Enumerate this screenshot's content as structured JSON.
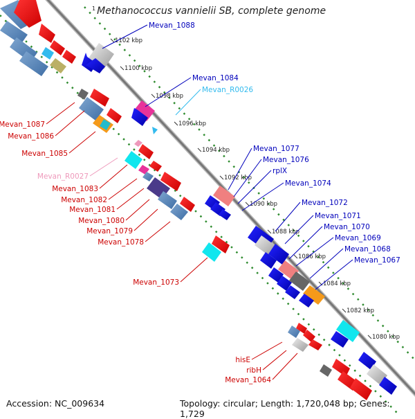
{
  "title": {
    "start": "1",
    "organism": "Methanococcus vannielii SB, complete genome"
  },
  "footer": {
    "accession": "Accession: NC_009634",
    "summary": "Topology: circular; Length: 1,720,048 bp; Genes: 1,729"
  },
  "colors": {
    "backbone": "#888888",
    "tick_dots": "#2e8b2e",
    "label_forward": "#cc0000",
    "label_reverse": "#0000bb",
    "label_rna": "#33bbee",
    "label_pseudo": "#ee99bb"
  },
  "ticks": [
    {
      "label": "1102 kbp"
    },
    {
      "label": "1100 kbp"
    },
    {
      "label": "1098 kbp"
    },
    {
      "label": "1096 kbp"
    },
    {
      "label": "1094 kbp"
    },
    {
      "label": "1092 kbp"
    },
    {
      "label": "1090 kbp"
    },
    {
      "label": "1088 kbp"
    },
    {
      "label": "1086 kbp"
    },
    {
      "label": "1084 kbp"
    },
    {
      "label": "1082 kbp"
    },
    {
      "label": "1080 kbp"
    }
  ],
  "labels_right": [
    {
      "text": "Mevan_1088"
    },
    {
      "text": "Mevan_1084"
    },
    {
      "text": "Mevan_R0026"
    },
    {
      "text": "Mevan_1077"
    },
    {
      "text": "Mevan_1076"
    },
    {
      "text": "rplX"
    },
    {
      "text": "Mevan_1074"
    },
    {
      "text": "Mevan_1072"
    },
    {
      "text": "Mevan_1071"
    },
    {
      "text": "Mevan_1070"
    },
    {
      "text": "Mevan_1069"
    },
    {
      "text": "Mevan_1068"
    },
    {
      "text": "Mevan_1067"
    }
  ],
  "labels_left": [
    {
      "text": "Mevan_1087"
    },
    {
      "text": "Mevan_1086"
    },
    {
      "text": "Mevan_1085"
    },
    {
      "text": "Mevan_R0027"
    },
    {
      "text": "Mevan_1083"
    },
    {
      "text": "Mevan_1082"
    },
    {
      "text": "Mevan_1081"
    },
    {
      "text": "Mevan_1080"
    },
    {
      "text": "Mevan_1079"
    },
    {
      "text": "Mevan_1078"
    },
    {
      "text": "Mevan_1073"
    },
    {
      "text": "hisE"
    },
    {
      "text": "ribH"
    },
    {
      "text": "Mevan_1064"
    }
  ]
}
